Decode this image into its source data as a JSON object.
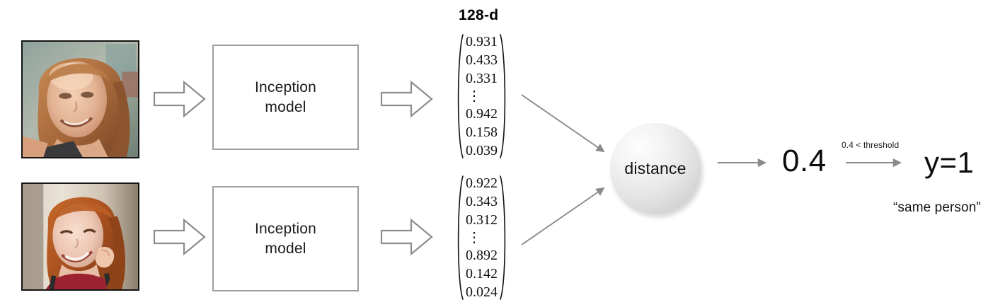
{
  "diagram": {
    "title_label": "128-d",
    "rows": [
      {
        "photo_name": "face-photo-top",
        "model_line1": "Inception",
        "model_line2": "model",
        "vector": [
          "0.931",
          "0.433",
          "0.331",
          "0.942",
          "0.158",
          "0.039"
        ],
        "vector_ellipsis": "⋮"
      },
      {
        "photo_name": "face-photo-bottom",
        "model_line1": "Inception",
        "model_line2": "model",
        "vector": [
          "0.922",
          "0.343",
          "0.312",
          "0.892",
          "0.142",
          "0.024"
        ],
        "vector_ellipsis": "⋮"
      }
    ],
    "distance_label": "distance",
    "distance_value": "0.4",
    "threshold_note": "0.4 < threshold",
    "output_label": "y=1",
    "output_caption": "“same person”"
  },
  "colors": {
    "box_border": "#9d9d9d",
    "arrow": "#808080",
    "photo_border": "#141414",
    "text": "#111111"
  }
}
